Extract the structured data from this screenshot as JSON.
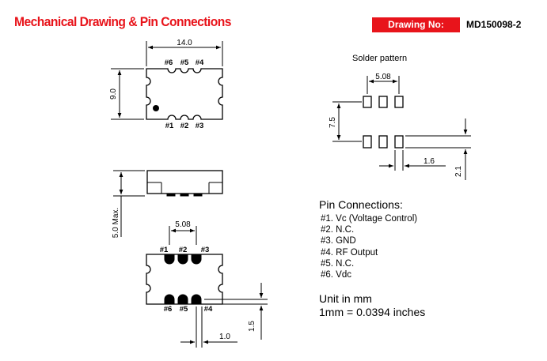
{
  "header": {
    "title": "Mechanical Drawing & Pin Connections",
    "drawing_label": "Drawing No:",
    "drawing_number": "MD150098-2"
  },
  "top_view": {
    "width_dim": "14.0",
    "height_dim": "9.0",
    "top_pins": [
      "#6",
      "#5",
      "#4"
    ],
    "bottom_pins": [
      "#1",
      "#2",
      "#3"
    ]
  },
  "side_view": {
    "height_dim": "5.0 Max."
  },
  "bottom_view": {
    "pitch_dim": "5.08",
    "top_pins": [
      "#1",
      "#2",
      "#3"
    ],
    "bottom_pins": [
      "#6",
      "#5",
      "#4"
    ],
    "pad_width_dim": "1.0",
    "pad_length_dim": "1.5"
  },
  "solder_pattern": {
    "title": "Solder pattern",
    "pitch_dim": "5.08",
    "row_spacing_dim": "7.5",
    "pad_width_dim": "1.6",
    "pad_length_dim": "2.1"
  },
  "pin_connections": {
    "title": "Pin Connections:",
    "items": [
      "#1. Vc (Voltage Control)",
      "#2. N.C.",
      "#3. GND",
      "#4. RF Output",
      "#5. N.C.",
      "#6. Vdc"
    ]
  },
  "units": {
    "line1": "Unit in mm",
    "line2": "1mm = 0.0394 inches"
  }
}
